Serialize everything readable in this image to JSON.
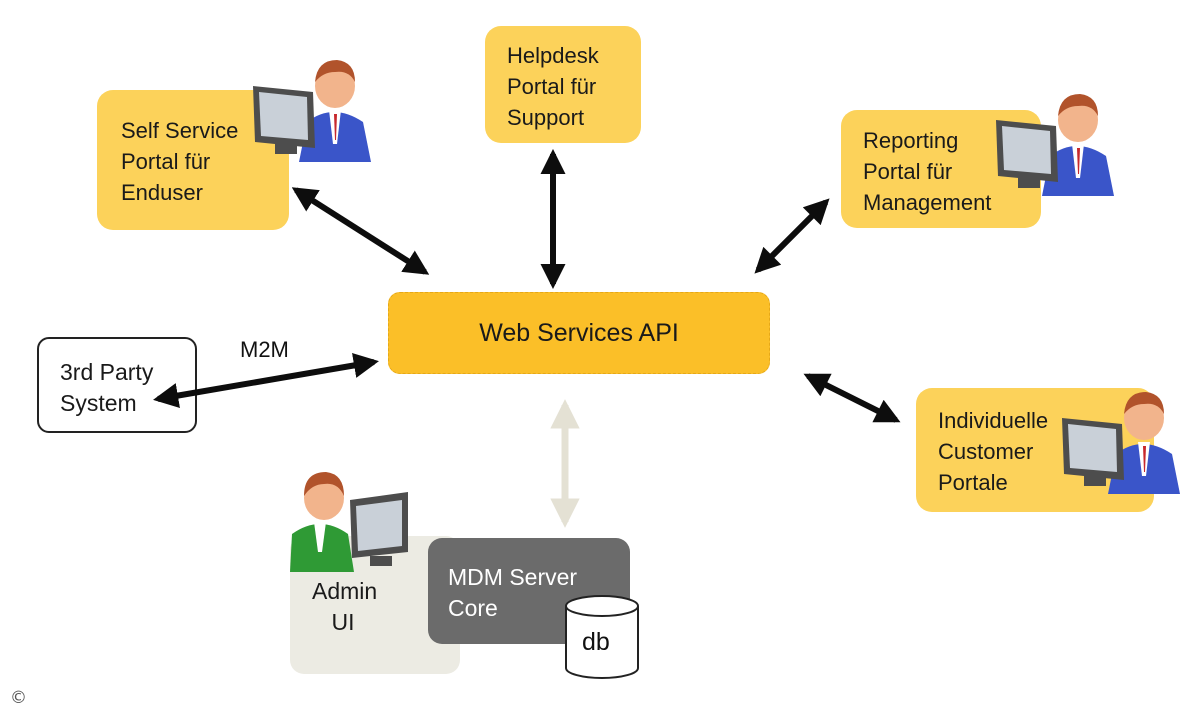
{
  "nodes": {
    "self_service": "Self Service\nPortal für\nEnduser",
    "helpdesk": "Helpdesk\nPortal für\nSupport",
    "reporting": "Reporting\nPortal für\nManagement",
    "api": "Web Services API",
    "third_party": "3rd Party\nSystem",
    "individuelle": "Individuelle\nCustomer\nPortale",
    "admin_ui": "Admin\nUI",
    "mdm_core": "MDM Server\nCore",
    "db": "db"
  },
  "edge_labels": {
    "m2m": "M2M"
  },
  "copyright": "©",
  "icons": [
    "user-at-computer-icon",
    "database-icon",
    "copyright-icon"
  ],
  "colors": {
    "portal_box": "#fcd25a",
    "api_box": "#fbbf28",
    "mdm_box": "#6b6b6b",
    "admin_box": "#ecebe3",
    "arrow": "#0d0d0d",
    "arrow_faded": "#e4e1d4"
  }
}
